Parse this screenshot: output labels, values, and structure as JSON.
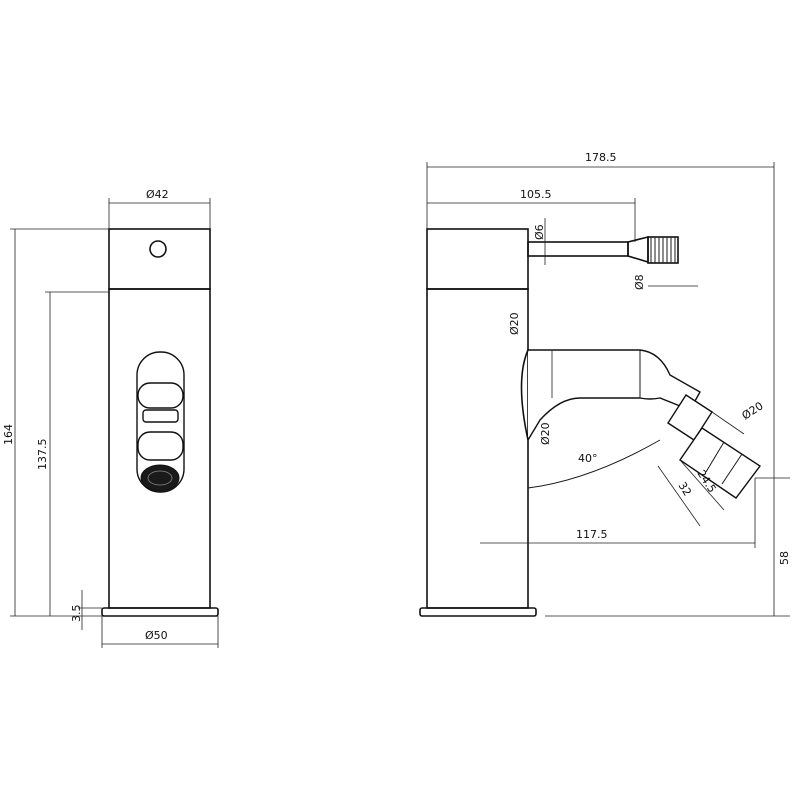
{
  "drawing": {
    "front_view": {
      "top_diameter": "Ø42",
      "total_height": "164",
      "body_height": "137.5",
      "base_thickness": "3.5",
      "base_diameter": "Ø50"
    },
    "side_view": {
      "overall_length": "178.5",
      "lever_length": "105.5",
      "lever_diameter": "Ø6",
      "lever_tip_diameter": "Ø8",
      "body_diameter_label": "Ø20",
      "spout_diameter": "Ø20",
      "nozzle_diameter": "Ø20",
      "spout_angle": "40°",
      "nozzle_length": "32",
      "nozzle_tip_length": "24.5",
      "spout_reach": "117.5",
      "spout_height": "58"
    }
  }
}
